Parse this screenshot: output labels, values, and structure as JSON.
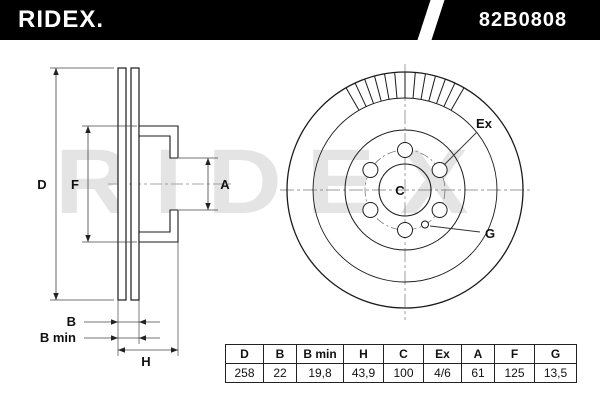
{
  "header": {
    "logo": "RIDEX.",
    "part_number": "82B0808",
    "bar_color": "#000000",
    "text_color": "#ffffff"
  },
  "watermark": "RIDEX",
  "cross_section": {
    "labels": {
      "d": "D",
      "f": "F",
      "a": "A",
      "b": "B",
      "b_min": "B min",
      "h": "H"
    }
  },
  "front_view": {
    "labels": {
      "ex": "Ex",
      "c": "C",
      "g": "G"
    }
  },
  "spec_table": {
    "headers": [
      "D",
      "B",
      "B min",
      "H",
      "C",
      "Ex",
      "A",
      "F",
      "G"
    ],
    "values": [
      "258",
      "22",
      "19,8",
      "43,9",
      "100",
      "4/6",
      "61",
      "125",
      "13,5"
    ]
  },
  "colors": {
    "outline": "#1a1a1a",
    "dimension_line": "#444444",
    "watermark": "#e4e4e4"
  }
}
